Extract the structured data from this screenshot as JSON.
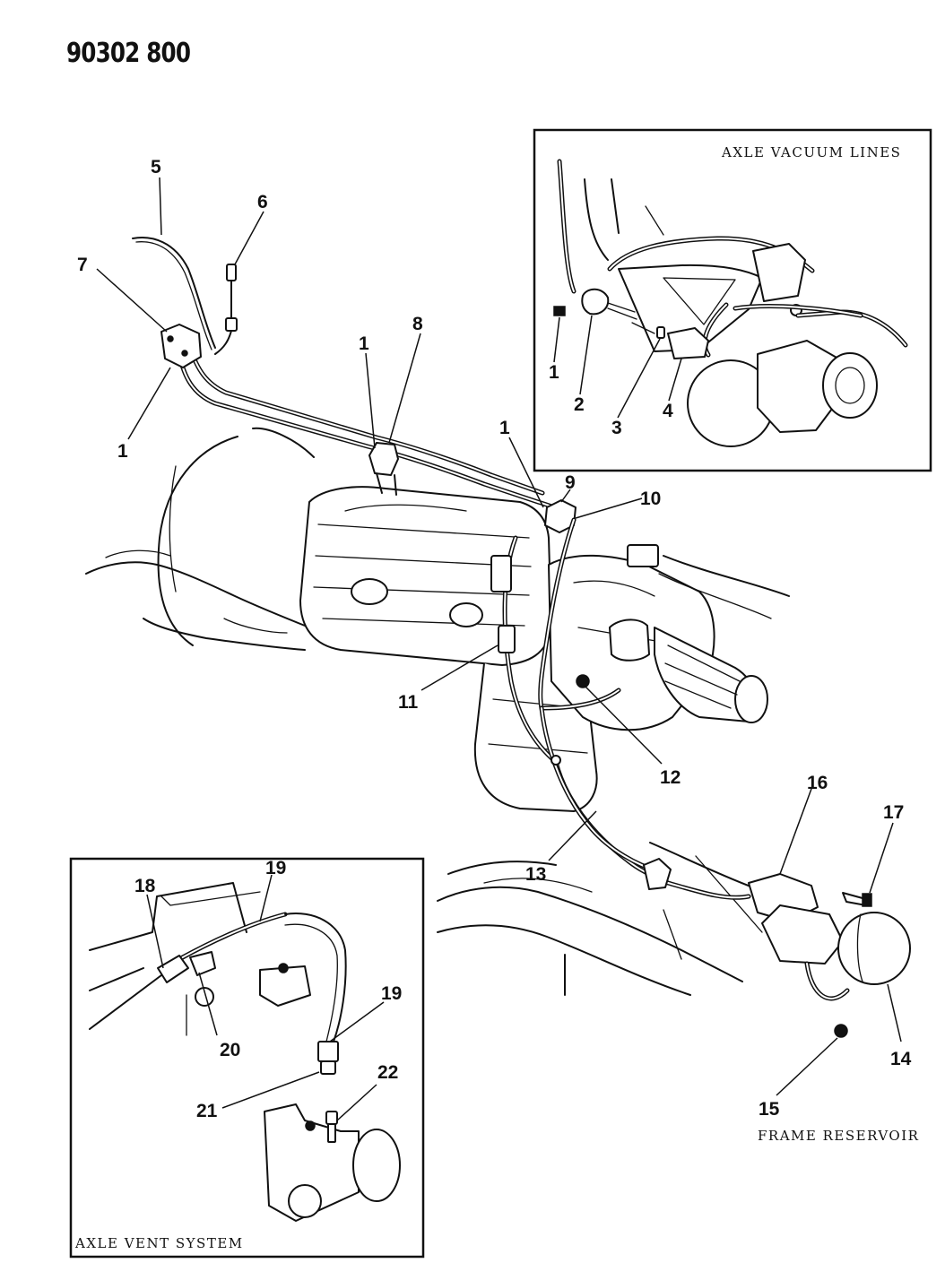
{
  "header": {
    "code": "90302 800"
  },
  "insets": {
    "axle_vacuum_lines": "AXLE VACUUM LINES",
    "axle_vent_system": "AXLE VENT SYSTEM",
    "frame_reservoir": "FRAME RESERVOIR"
  },
  "callouts": [
    {
      "id": "c5",
      "label": "5"
    },
    {
      "id": "c6",
      "label": "6"
    },
    {
      "id": "c7",
      "label": "7"
    },
    {
      "id": "c1a",
      "label": "1"
    },
    {
      "id": "c1b",
      "label": "1"
    },
    {
      "id": "c8",
      "label": "8"
    },
    {
      "id": "c1c",
      "label": "1"
    },
    {
      "id": "c9",
      "label": "9"
    },
    {
      "id": "c10",
      "label": "10"
    },
    {
      "id": "c11",
      "label": "11"
    },
    {
      "id": "c12",
      "label": "12"
    },
    {
      "id": "c13",
      "label": "13"
    },
    {
      "id": "c16",
      "label": "16"
    },
    {
      "id": "c17",
      "label": "17"
    },
    {
      "id": "c14",
      "label": "14"
    },
    {
      "id": "c15",
      "label": "15"
    },
    {
      "id": "in1",
      "label": "1"
    },
    {
      "id": "in2",
      "label": "2"
    },
    {
      "id": "in3",
      "label": "3"
    },
    {
      "id": "in4",
      "label": "4"
    },
    {
      "id": "v18",
      "label": "18"
    },
    {
      "id": "v19a",
      "label": "19"
    },
    {
      "id": "v20",
      "label": "20"
    },
    {
      "id": "v19b",
      "label": "19"
    },
    {
      "id": "v21",
      "label": "21"
    },
    {
      "id": "v22",
      "label": "22"
    }
  ]
}
